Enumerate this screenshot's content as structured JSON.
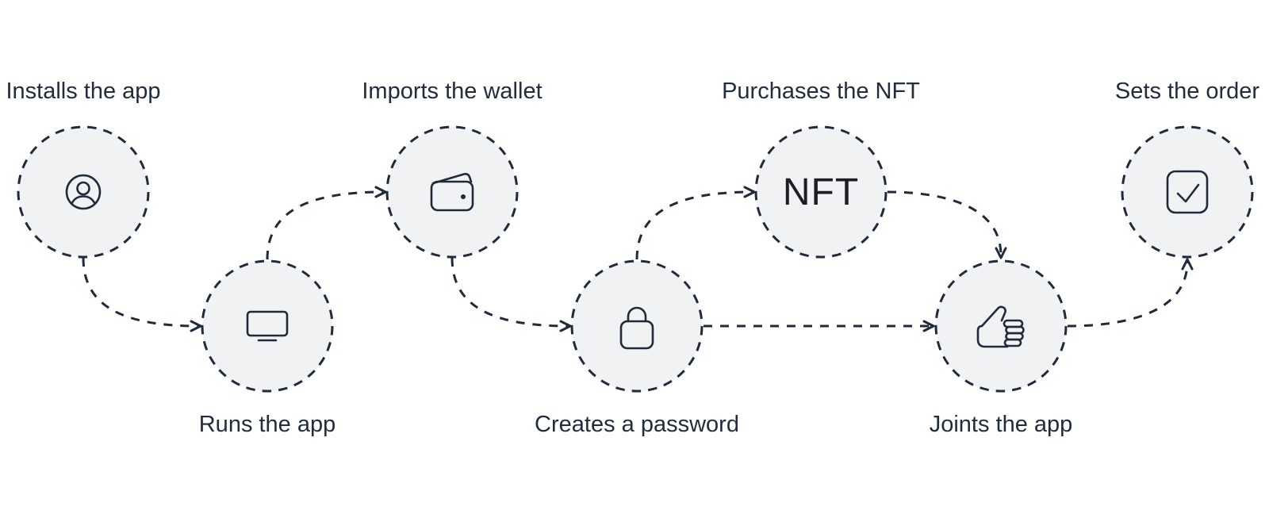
{
  "diagram": {
    "type": "flowchart",
    "background": "#ffffff",
    "node_fill": "#f1f2f4",
    "stroke_color": "#202a3a",
    "label_color": "#222c3d",
    "nft_text_color": "#1b1e24",
    "nodes": [
      {
        "id": "installs-app",
        "label": "Installs the app",
        "icon": "user-circle-icon",
        "label_position": "top"
      },
      {
        "id": "runs-app",
        "label": "Runs the app",
        "icon": "monitor-icon",
        "label_position": "bottom"
      },
      {
        "id": "imports-wallet",
        "label": "Imports the wallet",
        "icon": "wallet-icon",
        "label_position": "top"
      },
      {
        "id": "creates-password",
        "label": "Creates a password",
        "icon": "lock-icon",
        "label_position": "bottom"
      },
      {
        "id": "purchases-nft",
        "label": "Purchases the NFT",
        "icon": "nft-text",
        "icon_text": "NFT",
        "label_position": "top"
      },
      {
        "id": "joints-app",
        "label": "Joints the app",
        "icon": "thumbs-up-icon",
        "label_position": "bottom"
      },
      {
        "id": "sets-order",
        "label": "Sets the order",
        "icon": "check-square-icon",
        "label_position": "top"
      }
    ],
    "connections": [
      {
        "from": "installs-app",
        "to": "runs-app",
        "style": "dashed-arrow"
      },
      {
        "from": "runs-app",
        "to": "imports-wallet",
        "style": "dashed-arrow"
      },
      {
        "from": "imports-wallet",
        "to": "creates-password",
        "style": "dashed-arrow"
      },
      {
        "from": "creates-password",
        "to": "purchases-nft",
        "style": "dashed-arrow"
      },
      {
        "from": "creates-password",
        "to": "joints-app",
        "style": "dashed-arrow"
      },
      {
        "from": "purchases-nft",
        "to": "joints-app",
        "style": "dashed-arrow"
      },
      {
        "from": "joints-app",
        "to": "sets-order",
        "style": "dashed-arrow"
      }
    ]
  }
}
